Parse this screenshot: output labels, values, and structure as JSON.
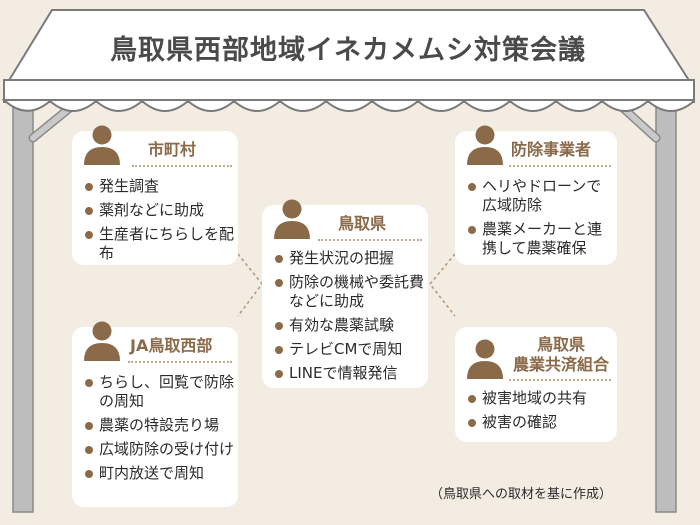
{
  "title": "鳥取県西部地域イネカメムシ対策会議",
  "credit": "（鳥取県への取材を基に作成）",
  "colors": {
    "background": "#f3ece3",
    "card": "#ffffff",
    "accent": "#8b6a4a",
    "tent_stroke": "#7a7a7a",
    "pole": "#b9b9b9"
  },
  "nodes": [
    {
      "id": "municipalities",
      "title_lines": [
        "市町村"
      ],
      "icon": "person-icon",
      "items": [
        {
          "text": "発生調査"
        },
        {
          "text": "薬剤などに助成"
        },
        {
          "text": "生産者にちらしを配布"
        }
      ]
    },
    {
      "id": "ja-tottori-seibu",
      "title_lines": [
        "JA鳥取西部"
      ],
      "icon": "person-icon",
      "items": [
        {
          "text": "ちらし、回覧で防除の周知"
        },
        {
          "text": "農薬の特設売り場"
        },
        {
          "text": "広域防除の受け付け"
        },
        {
          "text": "町内放送で周知"
        }
      ]
    },
    {
      "id": "tottori-prefecture",
      "title_lines": [
        "鳥取県"
      ],
      "icon": "person-icon",
      "items": [
        {
          "text": "発生状況の把握"
        },
        {
          "text": "防除の機械や委託費などに助成"
        },
        {
          "text": "有効な農薬試験"
        },
        {
          "text": "テレビCMで周知"
        },
        {
          "text": "LINEで情報発信"
        }
      ]
    },
    {
      "id": "pest-control-operators",
      "title_lines": [
        "防除事業者"
      ],
      "icon": "person-icon",
      "items": [
        {
          "text": "ヘリやドローンで広域防除"
        },
        {
          "text": "農薬メーカーと連携して農薬確保"
        }
      ]
    },
    {
      "id": "mutual-aid-association",
      "title_lines": [
        "鳥取県",
        "農業共済組合"
      ],
      "icon": "person-icon",
      "items": [
        {
          "text": "被害地域の共有"
        },
        {
          "text": "被害の確認"
        }
      ]
    }
  ]
}
